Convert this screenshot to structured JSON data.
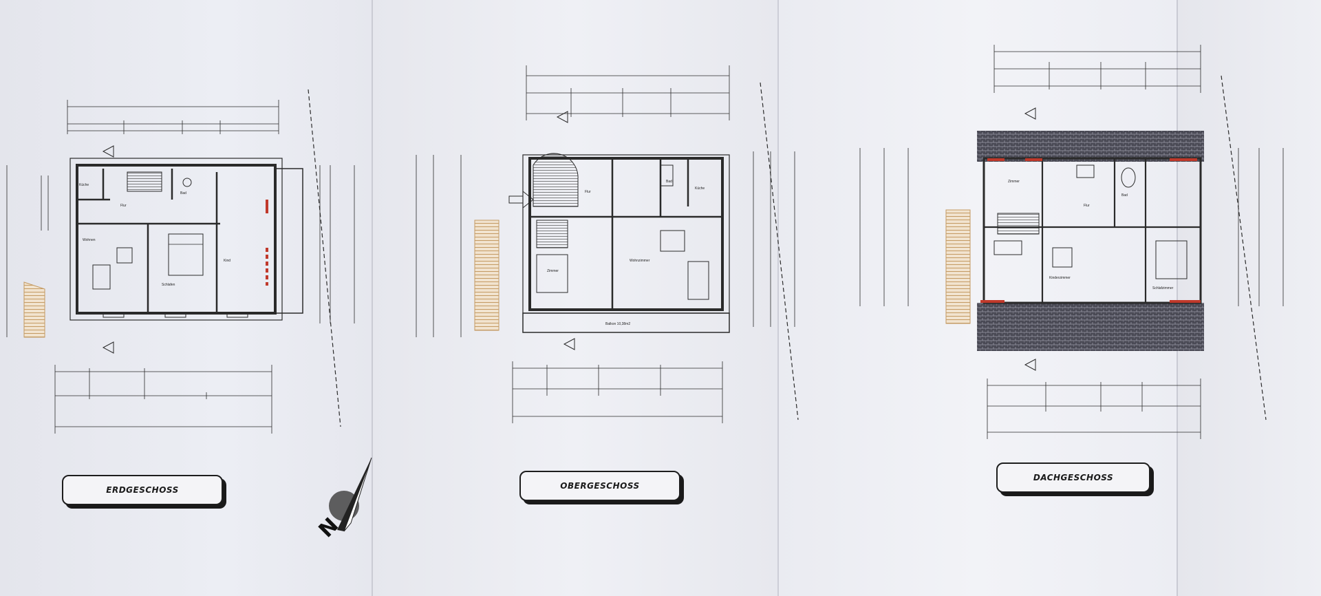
{
  "floors": [
    {
      "id": "erdgeschoss",
      "label": "ERDGESCHOSS",
      "rooms": [
        "Wohnen",
        "Schlafen",
        "Flur",
        "Bad",
        "Kind",
        "Küche"
      ]
    },
    {
      "id": "obergeschoss",
      "label": "OBERGESCHOSS",
      "rooms": [
        "Zimmer",
        "Flur",
        "Bad",
        "Wohnzimmer",
        "Küche"
      ],
      "balcony": "Balkon 10,38m2"
    },
    {
      "id": "dachgeschoss",
      "label": "DACHGESCHOSS",
      "rooms": [
        "Zimmer",
        "Flur",
        "Bad",
        "Kinderzimmer",
        "Schlafzimmer"
      ]
    }
  ],
  "north_marker": {
    "letter": "N",
    "icon": "north-arrow-icon"
  },
  "colors": {
    "paper": "#eceef4",
    "line": "#2a2a2a",
    "stairs": "#d9b888",
    "roof_tile": "#3b3b45",
    "accent_red": "#c0392b",
    "label_shadow": "#1a1a1a"
  }
}
